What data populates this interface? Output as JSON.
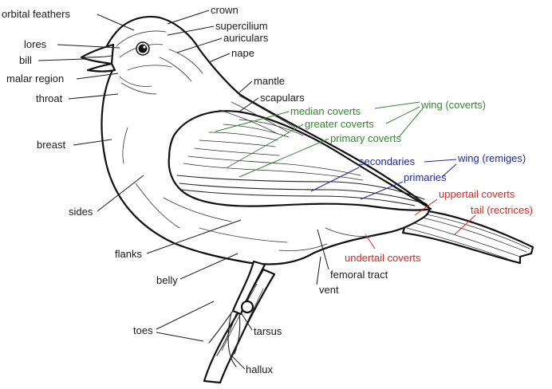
{
  "colors": {
    "black": "#1a1a1a",
    "coverts": "#2f8a2a",
    "remiges": "#1f2a9a",
    "red": "#e0241f"
  },
  "labels": {
    "orbital_feathers": "orbital feathers",
    "crown": "crown",
    "supercilium": "supercilium",
    "lores": "lores",
    "auriculars": "auriculars",
    "bill": "bill",
    "nape": "nape",
    "malar_region": "malar region",
    "mantle": "mantle",
    "throat": "throat",
    "scapulars": "scapulars",
    "median_coverts": "median coverts",
    "wing_coverts": "wing (coverts)",
    "greater_coverts": "greater coverts",
    "primary_coverts": "primary coverts",
    "breast": "breast",
    "secondaries": "secondaries",
    "wing_remiges": "wing (remiges)",
    "primaries": "primaries",
    "uppertail_coverts": "uppertail coverts",
    "tail_rectrices": "tail (rectrices)",
    "sides": "sides",
    "flanks": "flanks",
    "undertail_coverts": "undertail coverts",
    "femoral_tract": "femoral tract",
    "belly": "belly",
    "vent": "vent",
    "toes": "toes",
    "tarsus": "tarsus",
    "hallux": "hallux"
  }
}
